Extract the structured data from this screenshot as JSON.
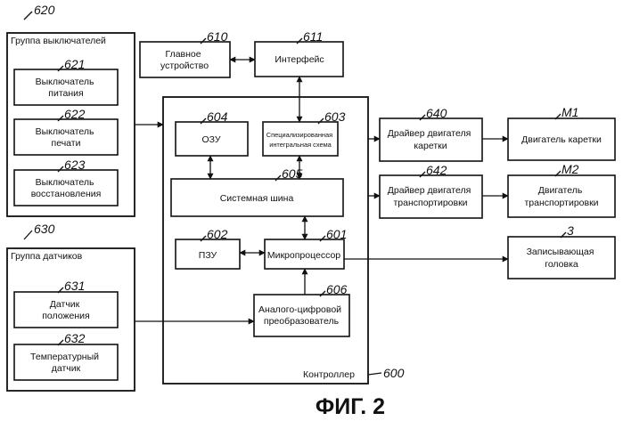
{
  "figure_caption": "ФИГ. 2",
  "groups": {
    "switch_group": {
      "ref": "620",
      "label": "Группа выключателей"
    },
    "sensor_group": {
      "ref": "630",
      "label": "Группа датчиков"
    },
    "controller": {
      "ref": "600",
      "label": "Контроллер"
    }
  },
  "blocks": {
    "main_device": {
      "ref": "610",
      "lines": [
        "Главное",
        "устройство"
      ]
    },
    "interface": {
      "ref": "611",
      "lines": [
        "Интерфейс"
      ]
    },
    "power_switch": {
      "ref": "621",
      "lines": [
        "Выключатель",
        "питания"
      ]
    },
    "print_switch": {
      "ref": "622",
      "lines": [
        "Выключатель",
        "печати"
      ]
    },
    "restore_switch": {
      "ref": "623",
      "lines": [
        "Выключатель",
        "восстановления"
      ]
    },
    "position_sensor": {
      "ref": "631",
      "lines": [
        "Датчик",
        "положения"
      ]
    },
    "temp_sensor": {
      "ref": "632",
      "lines": [
        "Температурный",
        "датчик"
      ]
    },
    "ram": {
      "ref": "604",
      "lines": [
        "ОЗУ"
      ]
    },
    "asic": {
      "ref": "603",
      "lines": [
        "Специализированная",
        "интегральная схема"
      ]
    },
    "system_bus": {
      "ref": "605",
      "lines": [
        "Системная шина"
      ]
    },
    "rom": {
      "ref": "602",
      "lines": [
        "ПЗУ"
      ]
    },
    "mcu": {
      "ref": "601",
      "lines": [
        "Микропроцессор"
      ]
    },
    "adc": {
      "ref": "606",
      "lines": [
        "Аналого-цифровой",
        "преобразователь"
      ]
    },
    "carriage_driver": {
      "ref": "640",
      "lines": [
        "Драйвер двигателя",
        "каретки"
      ]
    },
    "transport_driver": {
      "ref": "642",
      "lines": [
        "Драйвер двигателя",
        "транспортировки"
      ]
    },
    "carriage_motor": {
      "ref": "M1",
      "lines": [
        "Двигатель каретки"
      ]
    },
    "transport_motor": {
      "ref": "M2",
      "lines": [
        "Двигатель",
        "транспортировки"
      ]
    },
    "record_head": {
      "ref": "3",
      "lines": [
        "Записывающая",
        "головка"
      ]
    }
  }
}
